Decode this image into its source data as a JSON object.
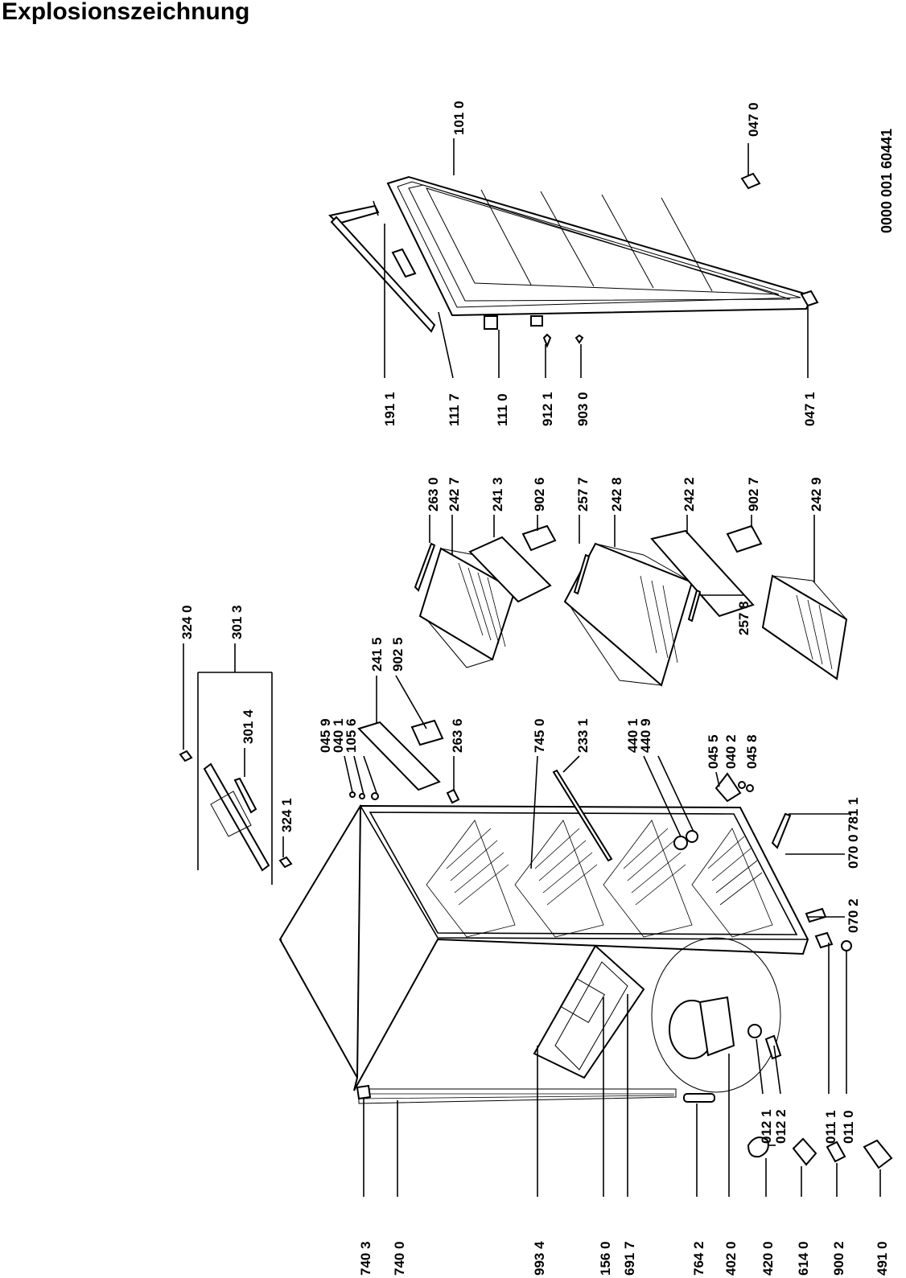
{
  "title": "Explosionszeichnung",
  "doc_number": "0000 001 60441",
  "labels": {
    "l101_0": "101 0",
    "l047_0": "047 0",
    "l191_1": "191 1",
    "l111_7": "111 7",
    "l111_0": "111 0",
    "l912_1": "912 1",
    "l903_0": "903 0",
    "l047_1": "047 1",
    "l263_0": "263 0",
    "l242_7": "242 7",
    "l241_3": "241 3",
    "l902_6": "902 6",
    "l257_7": "257 7",
    "l242_8": "242 8",
    "l242_2": "242 2",
    "l902_7": "902 7",
    "l242_9": "242 9",
    "l257_8": "257 8",
    "l324_0": "324 0",
    "l301_3": "301 3",
    "l301_4": "301 4",
    "l324_1": "324 1",
    "l241_5": "241 5",
    "l902_5": "902 5",
    "l045_9": "045 9",
    "l040_1": "040 1",
    "l105_6": "105 6",
    "l263_6": "263 6",
    "l745_0": "745 0",
    "l233_1": "233 1",
    "l440_1": "440 1",
    "l440_9": "440 9",
    "l045_5": "045 5",
    "l040_2": "040 2",
    "l045_8": "045 8",
    "l070_2": "070 2",
    "l070_0": "070 0",
    "l781_1": "781 1",
    "l012_1": "012 1",
    "l012_2": "012 2",
    "l011_1": "011 1",
    "l011_0": "011 0",
    "l740_3": "740 3",
    "l740_0": "740 0",
    "l993_4": "993 4",
    "l156_0": "156 0",
    "l691_7": "691 7",
    "l764_2": "764 2",
    "l402_0": "402 0",
    "l420_0": "420 0",
    "l614_0": "614 0",
    "l900_2": "900 2",
    "l491_0": "491 0"
  }
}
